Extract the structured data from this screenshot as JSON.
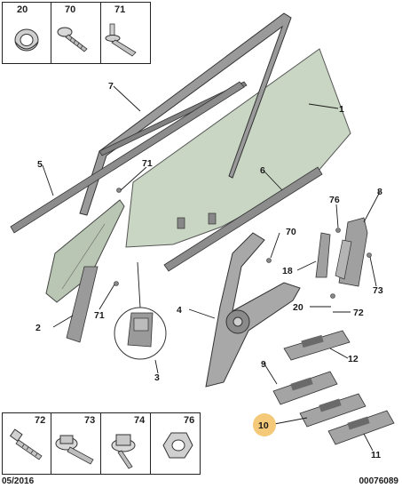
{
  "top_legend": [
    {
      "ref": "20",
      "icon": "grommet-icon"
    },
    {
      "ref": "70",
      "icon": "screw-icon"
    },
    {
      "ref": "71",
      "icon": "rivet-icon"
    }
  ],
  "bottom_legend": [
    {
      "ref": "72",
      "icon": "bolt-icon"
    },
    {
      "ref": "73",
      "icon": "flange-bolt-icon"
    },
    {
      "ref": "74",
      "icon": "hex-bolt-washer-icon"
    },
    {
      "ref": "76",
      "icon": "hex-nut-icon"
    }
  ],
  "callouts": {
    "c1": "1",
    "c2": "2",
    "c3": "3",
    "c4": "4",
    "c5": "5",
    "c6": "6",
    "c7": "7",
    "c8": "8",
    "c9": "9",
    "c10": "10",
    "c11": "11",
    "c12": "12",
    "c18": "18",
    "c20": "20",
    "c70": "70",
    "c71a": "71",
    "c71b": "71",
    "c72": "72",
    "c73": "73",
    "c76": "76"
  },
  "highlight_color": "#f5c97a",
  "footer": {
    "date": "05/2016",
    "code": "00076089"
  }
}
